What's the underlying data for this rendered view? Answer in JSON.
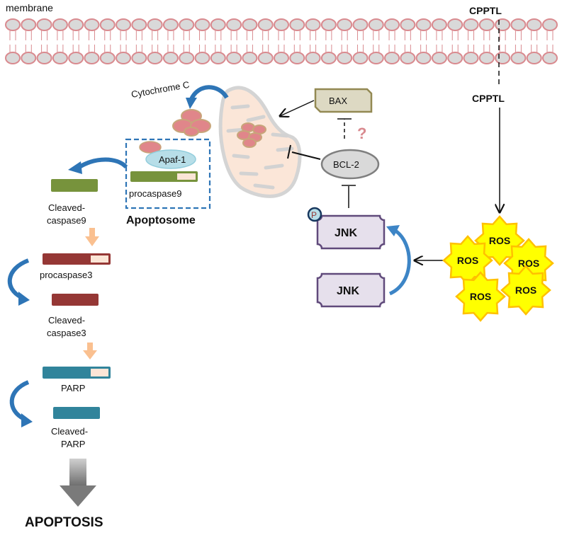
{
  "title": "CPPTL-induced apoptosis pathway",
  "labels": {
    "membrane": "membrane",
    "cpptl_top": "CPPTL",
    "cpptl_inside": "CPPTL",
    "cytochrome_c": "Cytochrome C",
    "bax": "BAX",
    "bcl2": "BCL-2",
    "question": "?",
    "apaf1": "Apaf-1",
    "procaspase9": "procaspase9",
    "apoptosome": "Apoptosome",
    "cleaved_caspase9_1": "Cleaved-",
    "cleaved_caspase9_2": "caspase9",
    "procaspase3": "procaspase3",
    "cleaved_caspase3_1": "Cleaved-",
    "cleaved_caspase3_2": "caspase3",
    "parp": "PARP",
    "cleaved_parp_1": "Cleaved-",
    "cleaved_parp_2": "PARP",
    "apoptosis": "APOPTOSIS",
    "jnk_p": "JNK",
    "jnk": "JNK",
    "phospho": "P",
    "ros": [
      "ROS",
      "ROS",
      "ROS",
      "ROS",
      "ROS"
    ]
  },
  "colors": {
    "lipid_head_fill": "#d9d9d9",
    "lipid_head_stroke": "#d98a8f",
    "mito_fill": "#fbe5d6",
    "mito_stroke": "#cfcfcf",
    "cyto_fill": "#e0868a",
    "cyto_stroke": "#c8a57a",
    "caspase9": "#77933c",
    "caspase3": "#953735",
    "parp": "#31849b",
    "prodomain": "#fbe5d6",
    "apoptosome_border": "#2e75b6",
    "apaf1_fill": "#b7dee8",
    "bax_fill": "#ddd9c3",
    "bax_stroke": "#938953",
    "bcl2_fill": "#d9d9d9",
    "bcl2_stroke": "#7f7f7f",
    "jnk_fill": "#e6e0ec",
    "jnk_stroke": "#604a7b",
    "ros_fill": "#ffff00",
    "ros_stroke": "#ffc000",
    "curved_arrow": "#2e75b6",
    "orange_arrow": "#fac090",
    "question": "#d98a8f"
  }
}
